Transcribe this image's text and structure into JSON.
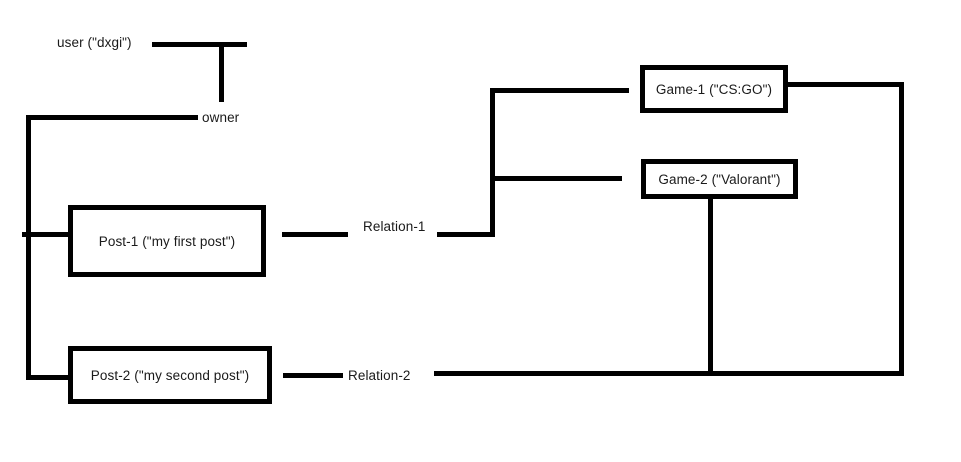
{
  "diagram": {
    "title": "user-posts-games relation diagram",
    "background_color": "#ffffff",
    "stroke_color": "#000000",
    "text_color": "#1a1a1a",
    "nodes": [
      {
        "id": "user",
        "label": "user (\"dxgi\")",
        "boxed": false
      },
      {
        "id": "post1",
        "label": "Post-1 (\"my first post\")",
        "boxed": true
      },
      {
        "id": "post2",
        "label": "Post-2 (\"my second post\")",
        "boxed": true
      },
      {
        "id": "game1",
        "label": "Game-1 (\"CS:GO\")",
        "boxed": true
      },
      {
        "id": "game2",
        "label": "Game-2 (\"Valorant\")",
        "boxed": true
      }
    ],
    "edge_labels": [
      {
        "id": "owner",
        "label": "owner"
      },
      {
        "id": "relation1",
        "label": "Relation-1"
      },
      {
        "id": "relation2",
        "label": "Relation-2"
      }
    ],
    "relations": [
      {
        "from": "user",
        "to": "post1",
        "label": "owner"
      },
      {
        "from": "user",
        "to": "post2",
        "label": "owner"
      },
      {
        "from": "post1",
        "to": "game1",
        "label": "Relation-1"
      },
      {
        "from": "post1",
        "to": "game2",
        "label": "Relation-1"
      },
      {
        "from": "post2",
        "to": "game1",
        "label": "Relation-2"
      },
      {
        "from": "post2",
        "to": "game2",
        "label": "Relation-2"
      }
    ]
  }
}
